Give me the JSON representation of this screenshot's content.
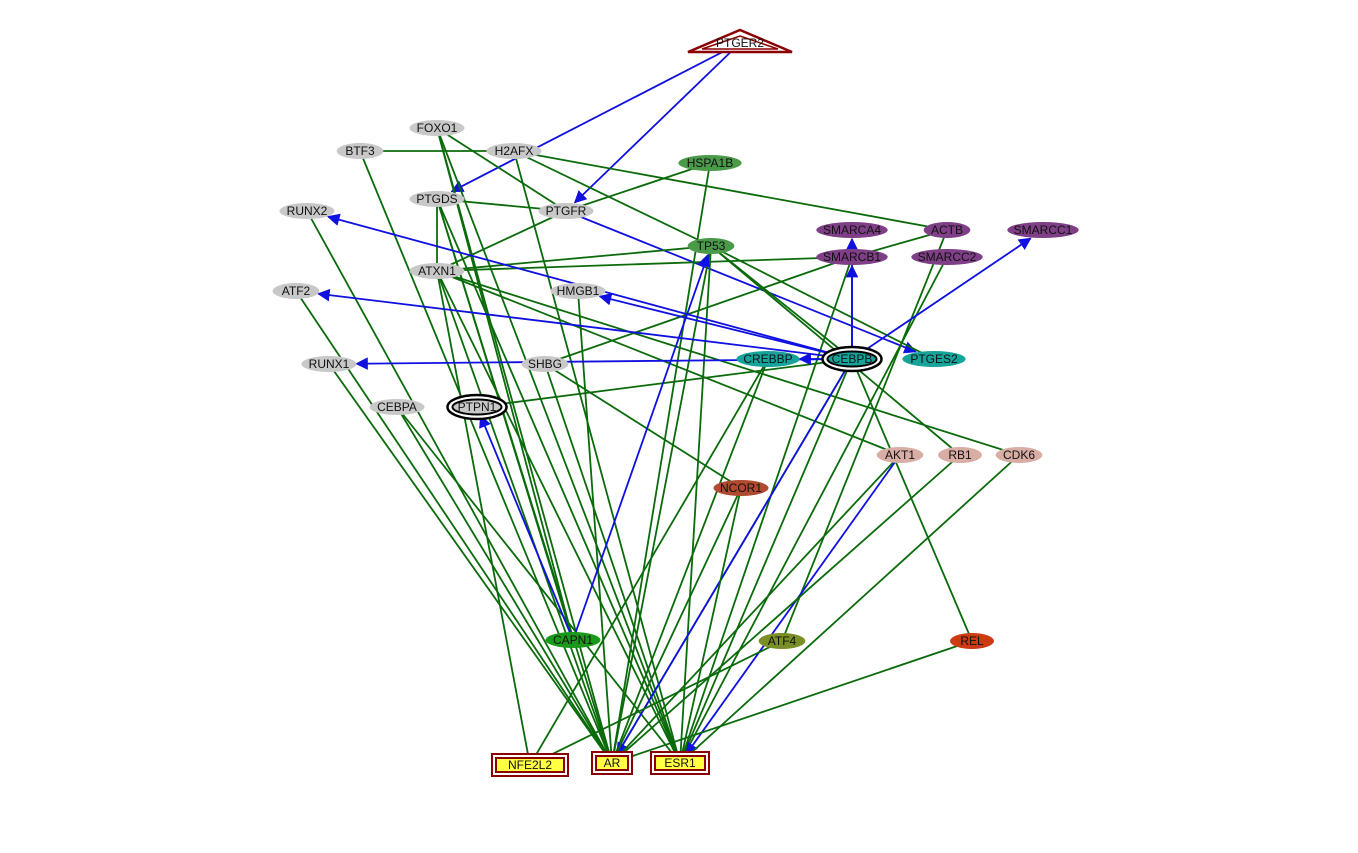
{
  "colors": {
    "background": "#ffffff",
    "edge_green": "#0b6b0b",
    "edge_blue": "#1010e0",
    "gray": "#c8c8c8",
    "purple": "#7e3f86",
    "teal": "#16a39a",
    "green": "#4a9a4a",
    "bright_green": "#1a9a1a",
    "olive": "#7a8f25",
    "pink": "#d8ada4",
    "brown_red": "#b04a30",
    "orange_red": "#cc3a12",
    "yellow": "#ffff44",
    "dark_red": "#8b0000",
    "text": "#111111"
  },
  "nodes": [
    {
      "id": "PTGER2",
      "label": "PTGER2",
      "style": "triangle-dark-red-outline"
    },
    {
      "id": "FOXO1",
      "label": "FOXO1",
      "style": "gray"
    },
    {
      "id": "BTF3",
      "label": "BTF3",
      "style": "gray"
    },
    {
      "id": "H2AFX",
      "label": "H2AFX",
      "style": "gray"
    },
    {
      "id": "HSPA1B",
      "label": "HSPA1B",
      "style": "green"
    },
    {
      "id": "RUNX2",
      "label": "RUNX2",
      "style": "gray"
    },
    {
      "id": "PTGDS",
      "label": "PTGDS",
      "style": "gray"
    },
    {
      "id": "PTGFR",
      "label": "PTGFR",
      "style": "gray"
    },
    {
      "id": "SMARCA4",
      "label": "SMARCA4",
      "style": "purple"
    },
    {
      "id": "ACTB",
      "label": "ACTB",
      "style": "purple"
    },
    {
      "id": "SMARCC1",
      "label": "SMARCC1",
      "style": "purple"
    },
    {
      "id": "TP53",
      "label": "TP53",
      "style": "green"
    },
    {
      "id": "ATXN1",
      "label": "ATXN1",
      "style": "gray"
    },
    {
      "id": "SMARCB1",
      "label": "SMARCB1",
      "style": "purple"
    },
    {
      "id": "SMARCC2",
      "label": "SMARCC2",
      "style": "purple"
    },
    {
      "id": "ATF2",
      "label": "ATF2",
      "style": "gray"
    },
    {
      "id": "HMGB1",
      "label": "HMGB1",
      "style": "gray"
    },
    {
      "id": "CREBBP",
      "label": "CREBBP",
      "style": "teal"
    },
    {
      "id": "CEBPB",
      "label": "CEBPB",
      "style": "teal-double-black-outline"
    },
    {
      "id": "PTGES2",
      "label": "PTGES2",
      "style": "teal"
    },
    {
      "id": "RUNX1",
      "label": "RUNX1",
      "style": "gray"
    },
    {
      "id": "SHBG",
      "label": "SHBG",
      "style": "gray"
    },
    {
      "id": "CEBPA",
      "label": "CEBPA",
      "style": "gray"
    },
    {
      "id": "PTPN1",
      "label": "PTPN1",
      "style": "gray-double-black-outline"
    },
    {
      "id": "AKT1",
      "label": "AKT1",
      "style": "pink"
    },
    {
      "id": "RB1",
      "label": "RB1",
      "style": "pink"
    },
    {
      "id": "CDK6",
      "label": "CDK6",
      "style": "pink"
    },
    {
      "id": "NCOR1",
      "label": "NCOR1",
      "style": "brown_red"
    },
    {
      "id": "CAPN1",
      "label": "CAPN1",
      "style": "bright_green"
    },
    {
      "id": "ATF4",
      "label": "ATF4",
      "style": "olive"
    },
    {
      "id": "REL",
      "label": "REL",
      "style": "orange_red"
    },
    {
      "id": "NFE2L2",
      "label": "NFE2L2",
      "style": "yellow-rect-double-dark-red"
    },
    {
      "id": "AR",
      "label": "AR",
      "style": "yellow-rect-double-dark-red"
    },
    {
      "id": "ESR1",
      "label": "ESR1",
      "style": "yellow-rect-double-dark-red"
    }
  ],
  "edges": [
    {
      "from": "PTGER2",
      "to": "PTGDS",
      "kind": "directed"
    },
    {
      "from": "PTGER2",
      "to": "PTGFR",
      "kind": "directed"
    },
    {
      "from": "BTF3",
      "to": "H2AFX",
      "kind": "undirected"
    },
    {
      "from": "BTF3",
      "to": "AR",
      "kind": "undirected"
    },
    {
      "from": "FOXO1",
      "to": "PTGFR",
      "kind": "undirected"
    },
    {
      "from": "FOXO1",
      "to": "AR",
      "kind": "undirected"
    },
    {
      "from": "FOXO1",
      "to": "ESR1",
      "kind": "undirected"
    },
    {
      "from": "FOXO1",
      "to": "CAPN1",
      "kind": "undirected"
    },
    {
      "from": "H2AFX",
      "to": "ACTB",
      "kind": "undirected"
    },
    {
      "from": "H2AFX",
      "to": "TP53",
      "kind": "undirected"
    },
    {
      "from": "H2AFX",
      "to": "ESR1",
      "kind": "undirected"
    },
    {
      "from": "HSPA1B",
      "to": "PTGFR",
      "kind": "undirected"
    },
    {
      "from": "HSPA1B",
      "to": "AR",
      "kind": "undirected"
    },
    {
      "from": "PTGDS",
      "to": "PTGFR",
      "kind": "undirected"
    },
    {
      "from": "PTGDS",
      "to": "ATXN1",
      "kind": "undirected"
    },
    {
      "from": "PTGDS",
      "to": "AR",
      "kind": "undirected"
    },
    {
      "from": "PTGDS",
      "to": "ESR1",
      "kind": "undirected"
    },
    {
      "from": "PTGDS",
      "to": "CAPN1",
      "kind": "undirected"
    },
    {
      "from": "PTGFR",
      "to": "ATXN1",
      "kind": "undirected"
    },
    {
      "from": "PTGFR",
      "to": "PTGES2",
      "kind": "directed-blue"
    },
    {
      "from": "RUNX2",
      "to": "AR",
      "kind": "undirected"
    },
    {
      "from": "TP53",
      "to": "ATXN1",
      "kind": "undirected"
    },
    {
      "from": "TP53",
      "to": "AR",
      "kind": "undirected"
    },
    {
      "from": "TP53",
      "to": "ESR1",
      "kind": "undirected"
    },
    {
      "from": "TP53",
      "to": "CEBPB",
      "kind": "undirected"
    },
    {
      "from": "TP53",
      "to": "PTGES2",
      "kind": "undirected"
    },
    {
      "from": "TP53",
      "to": "RB1",
      "kind": "undirected"
    },
    {
      "from": "ATXN1",
      "to": "SMARCB1",
      "kind": "undirected"
    },
    {
      "from": "ATXN1",
      "to": "AR",
      "kind": "undirected"
    },
    {
      "from": "ATXN1",
      "to": "AKT1",
      "kind": "undirected"
    },
    {
      "from": "ATXN1",
      "to": "CDK6",
      "kind": "undirected"
    },
    {
      "from": "ATXN1",
      "to": "ESR1",
      "kind": "undirected"
    },
    {
      "from": "ATXN1",
      "to": "NFE2L2",
      "kind": "undirected"
    },
    {
      "from": "ACTB",
      "to": "SMARCB1",
      "kind": "undirected"
    },
    {
      "from": "SMARCC2",
      "to": "ESR1",
      "kind": "undirected"
    },
    {
      "from": "SMARCB1",
      "to": "SHBG",
      "kind": "undirected"
    },
    {
      "from": "SMARCB1",
      "to": "ESR1",
      "kind": "undirected"
    },
    {
      "from": "ACTB",
      "to": "ATF4",
      "kind": "undirected"
    },
    {
      "from": "ATF2",
      "to": "AR",
      "kind": "undirected"
    },
    {
      "from": "HMGB1",
      "to": "AR",
      "kind": "undirected"
    },
    {
      "from": "RUNX1",
      "to": "AR",
      "kind": "undirected"
    },
    {
      "from": "SHBG",
      "to": "NCOR1",
      "kind": "undirected"
    },
    {
      "from": "SHBG",
      "to": "ESR1",
      "kind": "undirected"
    },
    {
      "from": "CEBPA",
      "to": "AR",
      "kind": "undirected"
    },
    {
      "from": "CEBPA",
      "to": "ESR1",
      "kind": "undirected"
    },
    {
      "from": "PTPN1",
      "to": "CEBPB",
      "kind": "undirected"
    },
    {
      "from": "CREBBP",
      "to": "AR",
      "kind": "undirected"
    },
    {
      "from": "CREBBP",
      "to": "NFE2L2",
      "kind": "undirected"
    },
    {
      "from": "CEBPB",
      "to": "AR",
      "kind": "undirected"
    },
    {
      "from": "CEBPB",
      "to": "ESR1",
      "kind": "undirected"
    },
    {
      "from": "CEBPB",
      "to": "REL",
      "kind": "undirected"
    },
    {
      "from": "CEBPB",
      "to": "RUNX2",
      "kind": "directed-blue"
    },
    {
      "from": "CEBPB",
      "to": "ATF2",
      "kind": "directed-blue"
    },
    {
      "from": "CEBPB",
      "to": "HMGB1",
      "kind": "directed-blue"
    },
    {
      "from": "CEBPB",
      "to": "SMARCA4",
      "kind": "directed-blue"
    },
    {
      "from": "CEBPB",
      "to": "SMARCB1",
      "kind": "directed-blue"
    },
    {
      "from": "CEBPB",
      "to": "SMARCC1",
      "kind": "directed-blue"
    },
    {
      "from": "CEBPB",
      "to": "CREBBP",
      "kind": "directed-blue"
    },
    {
      "from": "CEBPB",
      "to": "RUNX1",
      "kind": "directed-blue"
    },
    {
      "from": "CEBPB",
      "to": "AR",
      "kind": "directed-blue"
    },
    {
      "from": "CAPN1",
      "to": "TP53",
      "kind": "directed-blue"
    },
    {
      "from": "CAPN1",
      "to": "PTPN1",
      "kind": "directed-blue"
    },
    {
      "from": "AKT1",
      "to": "AR",
      "kind": "undirected"
    },
    {
      "from": "AKT1",
      "to": "ESR1",
      "kind": "directed-blue"
    },
    {
      "from": "RB1",
      "to": "AR",
      "kind": "undirected"
    },
    {
      "from": "CDK6",
      "to": "ESR1",
      "kind": "undirected"
    },
    {
      "from": "NCOR1",
      "to": "AR",
      "kind": "undirected"
    },
    {
      "from": "NCOR1",
      "to": "ESR1",
      "kind": "undirected"
    },
    {
      "from": "ATF4",
      "to": "NFE2L2",
      "kind": "undirected"
    },
    {
      "from": "REL",
      "to": "AR",
      "kind": "undirected"
    }
  ]
}
